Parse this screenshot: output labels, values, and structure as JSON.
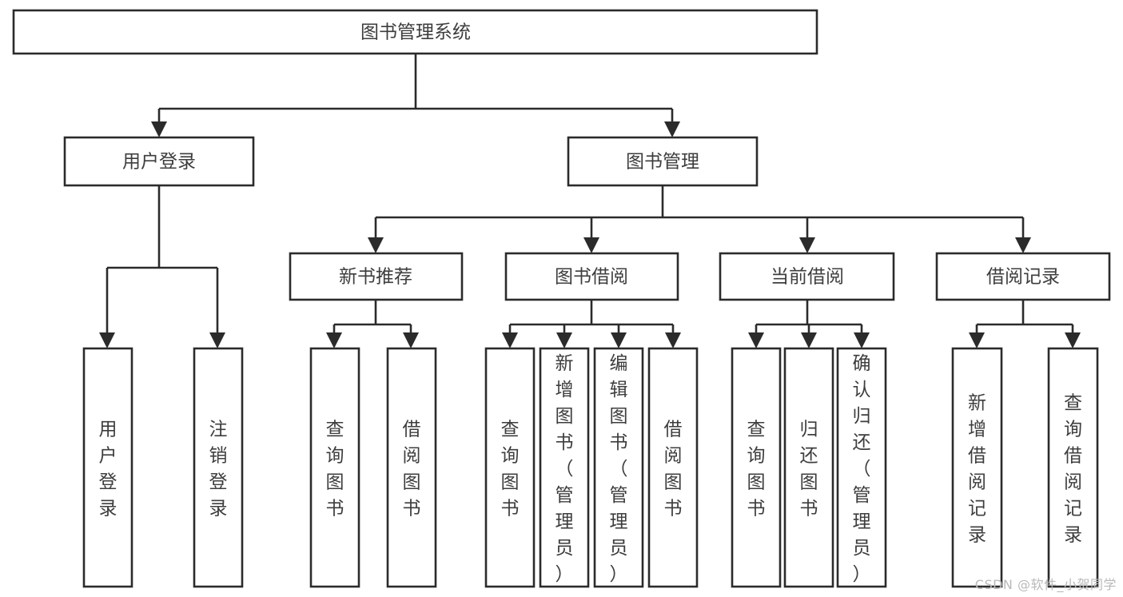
{
  "diagram": {
    "type": "tree",
    "title": "图书管理系统",
    "watermark": "CSDN @软件_小贺同学",
    "colors": {
      "stroke": "#2b2b2b",
      "fill": "#ffffff",
      "text": "#3d3d3d",
      "watermark": "#b9b9b9"
    },
    "levels": [
      {
        "level": 1,
        "nodes": [
          {
            "id": "root",
            "label": "图书管理系统",
            "orientation": "horizontal"
          }
        ]
      },
      {
        "level": 2,
        "nodes": [
          {
            "id": "user-login",
            "label": "用户登录",
            "orientation": "horizontal",
            "parent": "root"
          },
          {
            "id": "book-manage",
            "label": "图书管理",
            "orientation": "horizontal",
            "parent": "root"
          }
        ]
      },
      {
        "level": 3,
        "nodes": [
          {
            "id": "new-book-recommend",
            "label": "新书推荐",
            "orientation": "horizontal",
            "parent": "book-manage"
          },
          {
            "id": "book-borrow",
            "label": "图书借阅",
            "orientation": "horizontal",
            "parent": "book-manage"
          },
          {
            "id": "current-borrow",
            "label": "当前借阅",
            "orientation": "horizontal",
            "parent": "book-manage"
          },
          {
            "id": "borrow-record",
            "label": "借阅记录",
            "orientation": "horizontal",
            "parent": "book-manage"
          }
        ]
      },
      {
        "level": 4,
        "nodes": [
          {
            "id": "leaf-user-login",
            "label": "用户登录",
            "orientation": "vertical",
            "parent": "user-login"
          },
          {
            "id": "leaf-logout",
            "label": "注销登录",
            "orientation": "vertical",
            "parent": "user-login"
          },
          {
            "id": "leaf-query-book-1",
            "label": "查询图书",
            "orientation": "vertical",
            "parent": "new-book-recommend"
          },
          {
            "id": "leaf-borrow-book-1",
            "label": "借阅图书",
            "orientation": "vertical",
            "parent": "new-book-recommend"
          },
          {
            "id": "leaf-query-book-2",
            "label": "查询图书",
            "orientation": "vertical",
            "parent": "book-borrow"
          },
          {
            "id": "leaf-add-book",
            "label": "新增图书（管理员）",
            "orientation": "vertical",
            "parent": "book-borrow"
          },
          {
            "id": "leaf-edit-book",
            "label": "编辑图书（管理员）",
            "orientation": "vertical",
            "parent": "book-borrow"
          },
          {
            "id": "leaf-borrow-book-2",
            "label": "借阅图书",
            "orientation": "vertical",
            "parent": "book-borrow"
          },
          {
            "id": "leaf-query-book-3",
            "label": "查询图书",
            "orientation": "vertical",
            "parent": "current-borrow"
          },
          {
            "id": "leaf-return-book",
            "label": "归还图书",
            "orientation": "vertical",
            "parent": "current-borrow"
          },
          {
            "id": "leaf-confirm-return",
            "label": "确认归还（管理员）",
            "orientation": "vertical",
            "parent": "current-borrow"
          },
          {
            "id": "leaf-add-record",
            "label": "新增借阅记录",
            "orientation": "vertical",
            "parent": "borrow-record"
          },
          {
            "id": "leaf-query-record",
            "label": "查询借阅记录",
            "orientation": "vertical",
            "parent": "borrow-record"
          }
        ]
      }
    ]
  }
}
